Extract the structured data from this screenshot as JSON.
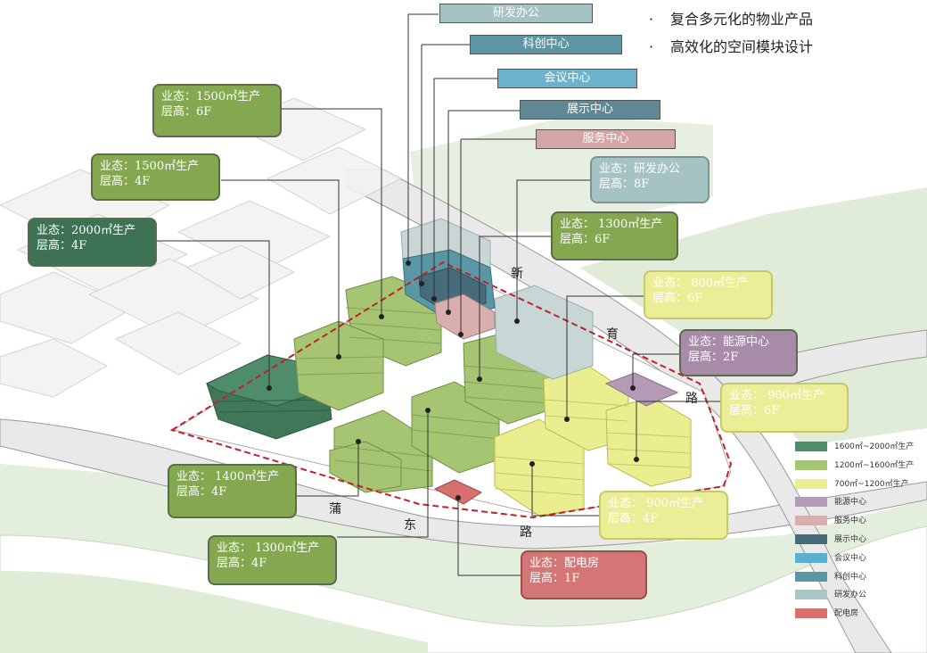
{
  "bullets": [
    "复合多元化的物业产品",
    "高效化的空间模块设计"
  ],
  "functions": [
    {
      "label": "研发办公",
      "color": "#a6c3c4"
    },
    {
      "label": "科创中心",
      "color": "#5d95a3"
    },
    {
      "label": "会议中心",
      "color": "#6cb2cc"
    },
    {
      "label": "展示中心",
      "color": "#5f8794"
    },
    {
      "label": "服务中心",
      "color": "#d4a5a5"
    }
  ],
  "tags": [
    {
      "l1": "业态：1500㎡生产",
      "l2": "层高：6F",
      "color": "#84a84f"
    },
    {
      "l1": "业态：1500㎡生产",
      "l2": "层高：4F",
      "color": "#84a84f"
    },
    {
      "l1": "业态：2000㎡生产",
      "l2": "层高：4F",
      "color": "#3d7254"
    },
    {
      "l1": "业态：研发办公",
      "l2": "层高：8F",
      "color": "#a6c3c4"
    },
    {
      "l1": "业态： 1300㎡生产",
      "l2": "层高：6F",
      "color": "#84a84f"
    },
    {
      "l1": "业态： 800㎡生产",
      "l2": "层高：6F",
      "color": "#ecee97"
    },
    {
      "l1": "业态：能源中心",
      "l2": "层高：2F",
      "color": "#a88ba8"
    },
    {
      "l1": "业态： 900㎡生产",
      "l2": "层高：6F",
      "color": "#ecee97"
    },
    {
      "l1": "业态： 1400㎡生产",
      "l2": "层高：4F",
      "color": "#84a84f"
    },
    {
      "l1": "业态： 900㎡生产",
      "l2": "层高：4F",
      "color": "#ecee97"
    },
    {
      "l1": "业态： 1300㎡生产",
      "l2": "层高：4F",
      "color": "#84a84f"
    },
    {
      "l1": "业态：配电房",
      "l2": "层高：1F",
      "color": "#d47676"
    }
  ],
  "legend": [
    {
      "label": "1600㎡~2000㎡生产",
      "color": "#4f8c6a"
    },
    {
      "label": "1200㎡~1600㎡生产",
      "color": "#a5c572"
    },
    {
      "label": "700㎡~1200㎡生产",
      "color": "#eaee8f"
    },
    {
      "label": "能源中心",
      "color": "#b59ab5"
    },
    {
      "label": "服务中心",
      "color": "#d8aeae"
    },
    {
      "label": "展示中心",
      "color": "#466c7c"
    },
    {
      "label": "会议中心",
      "color": "#5cb0cf"
    },
    {
      "label": "科创中心",
      "color": "#5a97a5"
    },
    {
      "label": "研发办公",
      "color": "#a9c6c4"
    },
    {
      "label": "配电房",
      "color": "#d86f6f"
    }
  ],
  "roads": {
    "r1": "新",
    "r2": "育",
    "r3": "路",
    "r4": "蒲",
    "r5": "东",
    "r6": "路"
  }
}
